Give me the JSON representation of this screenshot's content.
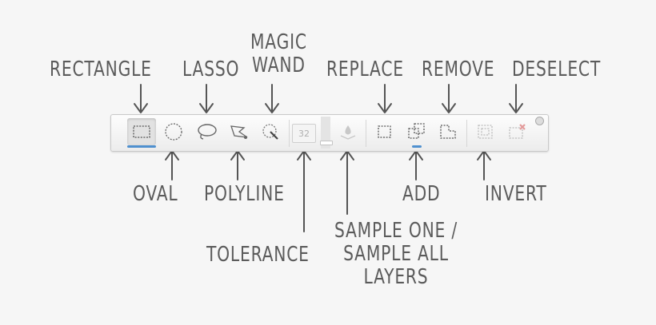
{
  "labels": {
    "rectangle": "RECTANGLE",
    "lasso": "LASSO",
    "magic_wand_line1": "MAGIC",
    "magic_wand_line2": "WAND",
    "replace": "REPLACE",
    "remove": "REMOVE",
    "deselect": "DESELECT",
    "oval": "OVAL",
    "polyline": "POLYLINE",
    "add": "ADD",
    "invert": "INVERT",
    "tolerance": "TOLERANCE",
    "sample_line1": "SAMPLE ONE /",
    "sample_line2": "SAMPLE ALL",
    "sample_line3": "LAYERS"
  },
  "toolbar": {
    "tolerance_value": "32",
    "selected_tool": "rectangle",
    "selected_mode": "add",
    "accent_color": "#4f90cf"
  },
  "icons": [
    "rectangle-select-icon",
    "oval-select-icon",
    "lasso-icon",
    "polyline-icon",
    "magic-wand-icon",
    "sample-layers-icon",
    "replace-icon",
    "add-icon",
    "remove-icon",
    "invert-icon",
    "deselect-icon"
  ]
}
